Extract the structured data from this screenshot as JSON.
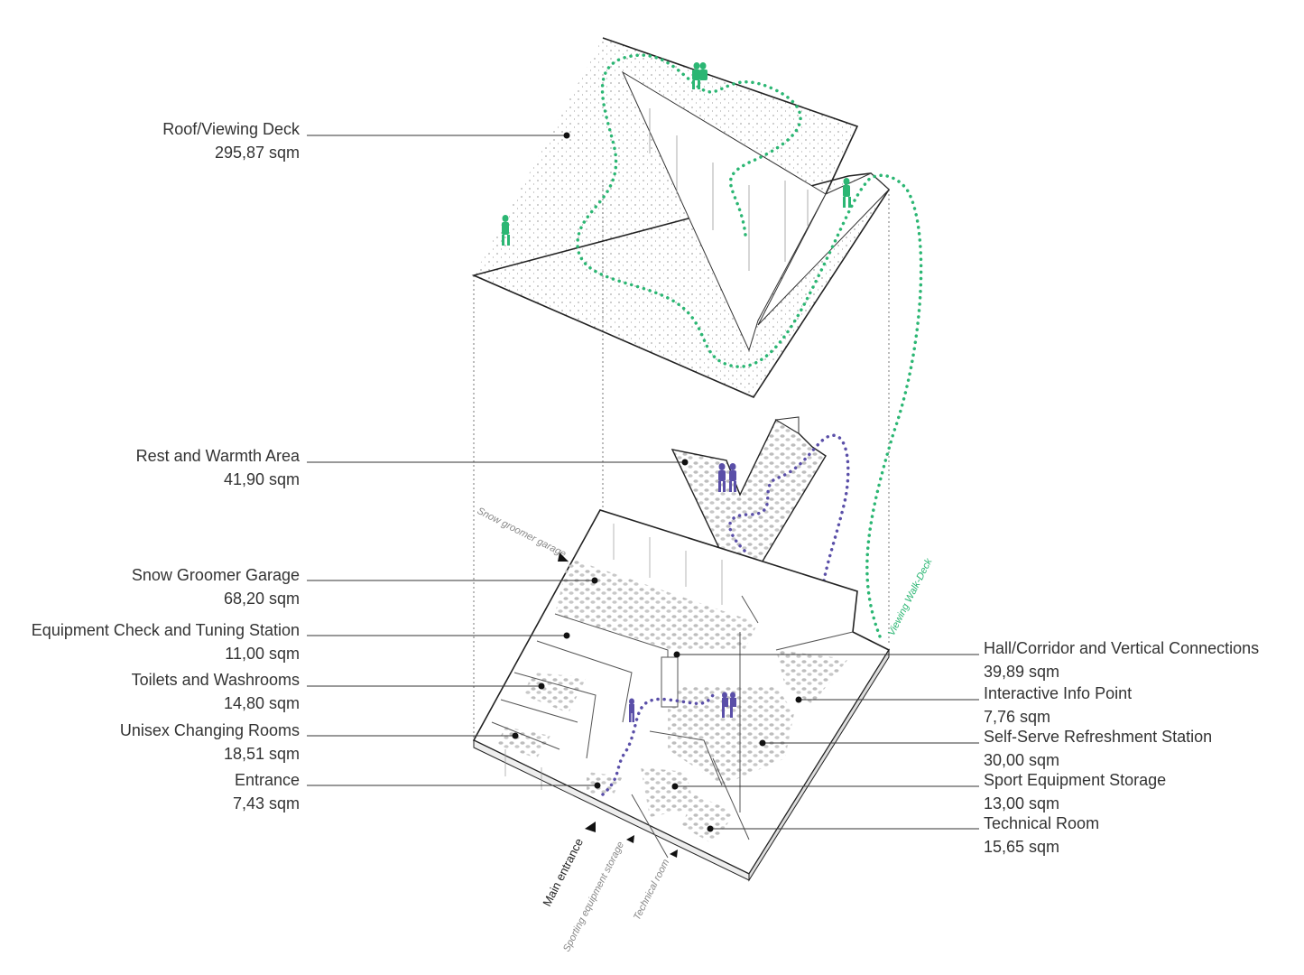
{
  "colors": {
    "roof_path": "#2bb673",
    "interior_path": "#5a4fa8",
    "line": "#333333"
  },
  "labels_left": [
    {
      "title": "Roof/Viewing Deck",
      "area": "295,87 sqm"
    },
    {
      "title": "Rest and Warmth Area",
      "area": "41,90   sqm"
    },
    {
      "title": "Snow Groomer Garage",
      "area": "68,20   sqm"
    },
    {
      "title": "Equipment Check and Tuning Station",
      "area": "11,00   sqm"
    },
    {
      "title": "Toilets and Washrooms",
      "area": "14,80   sqm"
    },
    {
      "title": "Unisex Changing Rooms",
      "area": "18,51   sqm"
    },
    {
      "title": "Entrance",
      "area": "7,43   sqm"
    }
  ],
  "labels_right": [
    {
      "title": "Hall/Corridor and Vertical Connections",
      "area": "39,89   sqm"
    },
    {
      "title": "Interactive Info Point",
      "area": "7,76      sqm"
    },
    {
      "title": "Self-Serve Refreshment Station",
      "area": "30,00   sqm"
    },
    {
      "title": "Sport Equipment Storage",
      "area": "13,00   sqm"
    },
    {
      "title": "Technical Room",
      "area": "15,65   sqm"
    }
  ],
  "annotations": {
    "snow_groomer_garage": "Snow groomer garage",
    "viewing_walk_deck": "Viewing Walk-Deck",
    "main_entrance": "Main entrance",
    "sporting_equipment_storage": "Sporting equipment storage",
    "technical_room": "Technical room"
  }
}
